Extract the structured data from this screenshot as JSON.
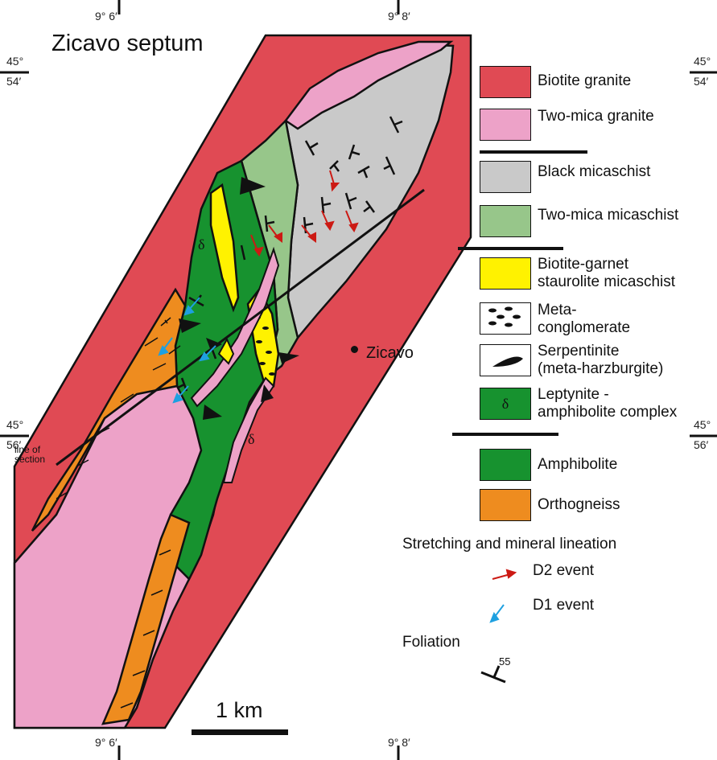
{
  "title": "Zicavo septum",
  "coordinates": {
    "lon_top_left": "9° 6′",
    "lon_top_right": "9° 8′",
    "lon_bottom_left": "9° 6′",
    "lon_bottom_right": "9° 8′",
    "lat_top_deg": "45°",
    "lat_top_min": "54′",
    "lat_bottom_deg": "45°",
    "lat_bottom_min": "56′"
  },
  "town": {
    "label": "Zicavo"
  },
  "section_label": {
    "line1": "line of",
    "line2": "section"
  },
  "scale": {
    "label": "1 km"
  },
  "legend": {
    "items": [
      {
        "id": "biotite-granite",
        "label": "Biotite granite",
        "color": "#e04a54"
      },
      {
        "id": "two-mica-granite",
        "label": "Two-mica granite",
        "color": "#eda2c8"
      },
      {
        "id": "black-micaschist",
        "label": "Black micaschist",
        "color": "#c9c9c9"
      },
      {
        "id": "two-mica-micaschist",
        "label": "Two-mica micaschist",
        "color": "#97c68a"
      },
      {
        "id": "biotite-garnet",
        "label_line1": "Biotite-garnet",
        "label_line2": "staurolite micaschist",
        "color": "#fff200"
      },
      {
        "id": "meta-conglomerate",
        "label_line1": "Meta-",
        "label_line2": "conglomerate",
        "color": "#fff200"
      },
      {
        "id": "serpentinite",
        "label_line1": "Serpentinite",
        "label_line2": "(meta-harzburgite)",
        "color": "#ffffff"
      },
      {
        "id": "leptynite",
        "label_line1": "Leptynite -",
        "label_line2": "amphibolite complex",
        "color": "#17922f",
        "symbol": "δ"
      },
      {
        "id": "amphibolite",
        "label": "Amphibolite",
        "color": "#17922f"
      },
      {
        "id": "orthogneiss",
        "label": "Orthogneiss",
        "color": "#ee8c1f"
      }
    ],
    "lineation_heading": "Stretching and mineral lineation",
    "d2_label": "D2 event",
    "d2_color": "#cc1a14",
    "d1_label": "D1 event",
    "d1_color": "#1ea0e0",
    "foliation_heading": "Foliation",
    "foliation_dip": "55"
  },
  "map_symbols": {
    "leptynite_symbol": "δ"
  }
}
